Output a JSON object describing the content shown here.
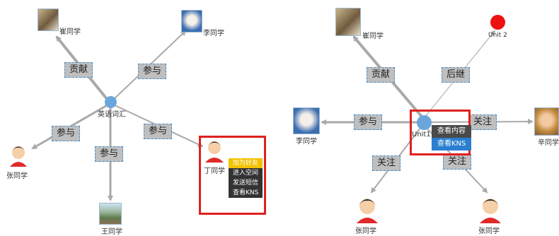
{
  "left_graph": {
    "hub_label": "英语词汇",
    "edge_labels": {
      "contribute": "贡献",
      "join_top": "参与",
      "join_left": "参与",
      "join_bottom": "参与",
      "join_right": "参与"
    },
    "nodes": {
      "cui": "崔同学",
      "li": "李同学",
      "zhang": "张同学",
      "wang": "王同学",
      "ding": "丁同学"
    },
    "menu": [
      "加为好友",
      "进入空间",
      "发送短信",
      "查看KNS"
    ]
  },
  "right_graph": {
    "hub_label": "Unit1",
    "unit2_label": "Unit 2",
    "edge_labels": {
      "contribute": "贡献",
      "successor": "后继",
      "join": "参与",
      "follow_right": "关注",
      "follow_left": "关注",
      "follow_bottom": "关注"
    },
    "nodes": {
      "cui": "崔同学",
      "li": "李同学",
      "xin": "辛同学",
      "zhang1": "张同学",
      "zhang2": "张同学"
    },
    "menu": [
      "查看内容",
      "查看KNS"
    ]
  },
  "colors": {
    "edge": "#a9a9a9",
    "hub": "#6aa6dc",
    "unit2": "#ee1111",
    "highlight_box": "#e02020"
  }
}
